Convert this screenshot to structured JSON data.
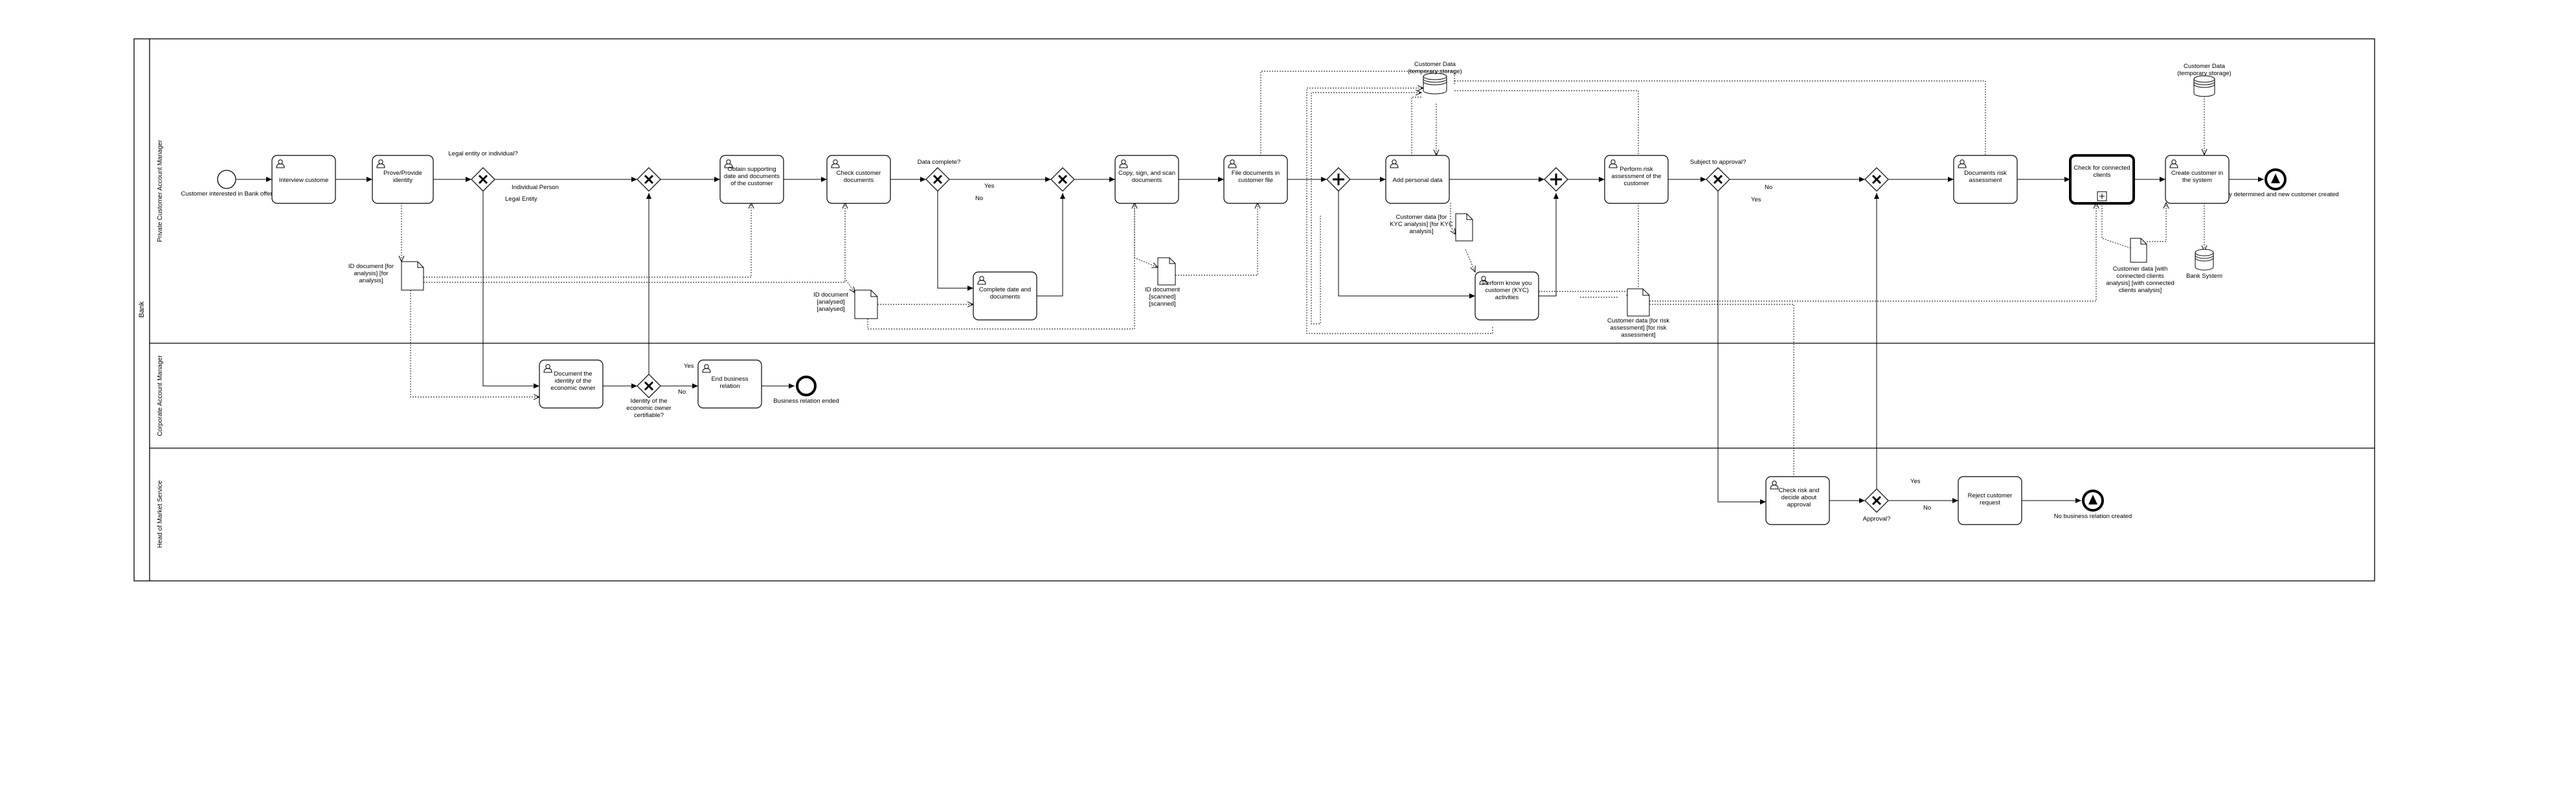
{
  "pool": {
    "label": "Bank"
  },
  "lanes": [
    {
      "id": "pcam",
      "label": "Private Customer Account Manager"
    },
    {
      "id": "ccam",
      "label": "Corporate Account Manager"
    },
    {
      "id": "hms",
      "label": "Head of Market Service"
    }
  ],
  "tasks": [
    {
      "id": "t_interview",
      "label": "Interview custome",
      "type": "user"
    },
    {
      "id": "t_prove",
      "label": "Prove/Provide identity",
      "type": "user"
    },
    {
      "id": "t_obtain",
      "label": "Obtain supporting date and documents of the customer",
      "type": "user"
    },
    {
      "id": "t_check",
      "label": "Check customer documents",
      "type": "user"
    },
    {
      "id": "t_complete",
      "label": "Complete date and documents",
      "type": "user"
    },
    {
      "id": "t_copy",
      "label": "Copy, sign, and scan documents",
      "type": "user"
    },
    {
      "id": "t_file",
      "label": "File documents in customer file",
      "type": "user"
    },
    {
      "id": "t_addpersonal",
      "label": "Add personal data",
      "type": "user"
    },
    {
      "id": "t_kyc",
      "label": "Perform know you customer (KYC) activities",
      "type": "user"
    },
    {
      "id": "t_risk",
      "label": "Perform risk assessment of the customer",
      "type": "user"
    },
    {
      "id": "t_docrisk",
      "label": "Documents risk assessment",
      "type": "user"
    },
    {
      "id": "t_connected",
      "label": "Check for connected clients",
      "type": "call"
    },
    {
      "id": "t_create",
      "label": "Create customer in the system",
      "type": "user"
    },
    {
      "id": "t_document_owner",
      "label": "Document the identity of the economic owner",
      "type": "user"
    },
    {
      "id": "t_end_relation",
      "label": "End business relation",
      "type": "user"
    },
    {
      "id": "t_checkrisk",
      "label": "Check risk and decide about approval",
      "type": "user"
    },
    {
      "id": "t_reject",
      "label": "Reject customer request",
      "type": "user"
    }
  ],
  "events": [
    {
      "id": "e_start",
      "label": "Customer interested in Bank offer",
      "kind": "start"
    },
    {
      "id": "e_identity",
      "label": "Identity determined and new customer created",
      "kind": "end"
    },
    {
      "id": "e_business_ended",
      "label": "Business relation ended",
      "kind": "end"
    },
    {
      "id": "e_no_relation",
      "label": "No business relation created",
      "kind": "end"
    }
  ],
  "gateways": [
    {
      "id": "g_legal",
      "label": "Legal entity or individual?",
      "kind": "exclusive"
    },
    {
      "id": "g_merge1",
      "label": "",
      "kind": "exclusive"
    },
    {
      "id": "g_datacomplete",
      "label": "Data complete?",
      "kind": "exclusive"
    },
    {
      "id": "g_merge2",
      "label": "",
      "kind": "exclusive"
    },
    {
      "id": "g_par1",
      "label": "",
      "kind": "parallel"
    },
    {
      "id": "g_par2",
      "label": "",
      "kind": "parallel"
    },
    {
      "id": "g_subject",
      "label": "Subject to approval?",
      "kind": "exclusive"
    },
    {
      "id": "g_merge3",
      "label": "",
      "kind": "exclusive"
    },
    {
      "id": "g_owner",
      "label": "Identity of the economic owner certifiable?",
      "kind": "exclusive"
    },
    {
      "id": "g_approval",
      "label": "Approval?",
      "kind": "exclusive"
    }
  ],
  "data_objects": [
    {
      "id": "d_id",
      "label": "ID document [for analysis] [for analysis]"
    },
    {
      "id": "d_id_analysed",
      "label": "ID document [analysed] [analysed]"
    },
    {
      "id": "d_id_scanned",
      "label": "ID document [scanned] [scanned]"
    },
    {
      "id": "d_kyc",
      "label": "Customer data [for KYC analysis] [for KYC analysis]"
    },
    {
      "id": "d_risk",
      "label": "Customer data [for risk assessment] [for risk assessment]"
    },
    {
      "id": "d_connected",
      "label": "Customer data [with connected clients analysis] [with connected clients analysis]"
    }
  ],
  "data_stores": [
    {
      "id": "s_temp1",
      "label": "Customer Data (temporary storage)"
    },
    {
      "id": "s_temp2",
      "label": "Customer Data (temporary storage)"
    },
    {
      "id": "s_bank",
      "label": "Bank System"
    }
  ],
  "flow_labels": {
    "individual": "Individual Person",
    "legal": "Legal Entity",
    "yes1": "Yes",
    "no1": "No",
    "yes_owner": "Yes",
    "no_owner": "No",
    "no_subject": "No",
    "yes_subject": "Yes",
    "yes_approval": "Yes",
    "no_approval": "No"
  }
}
